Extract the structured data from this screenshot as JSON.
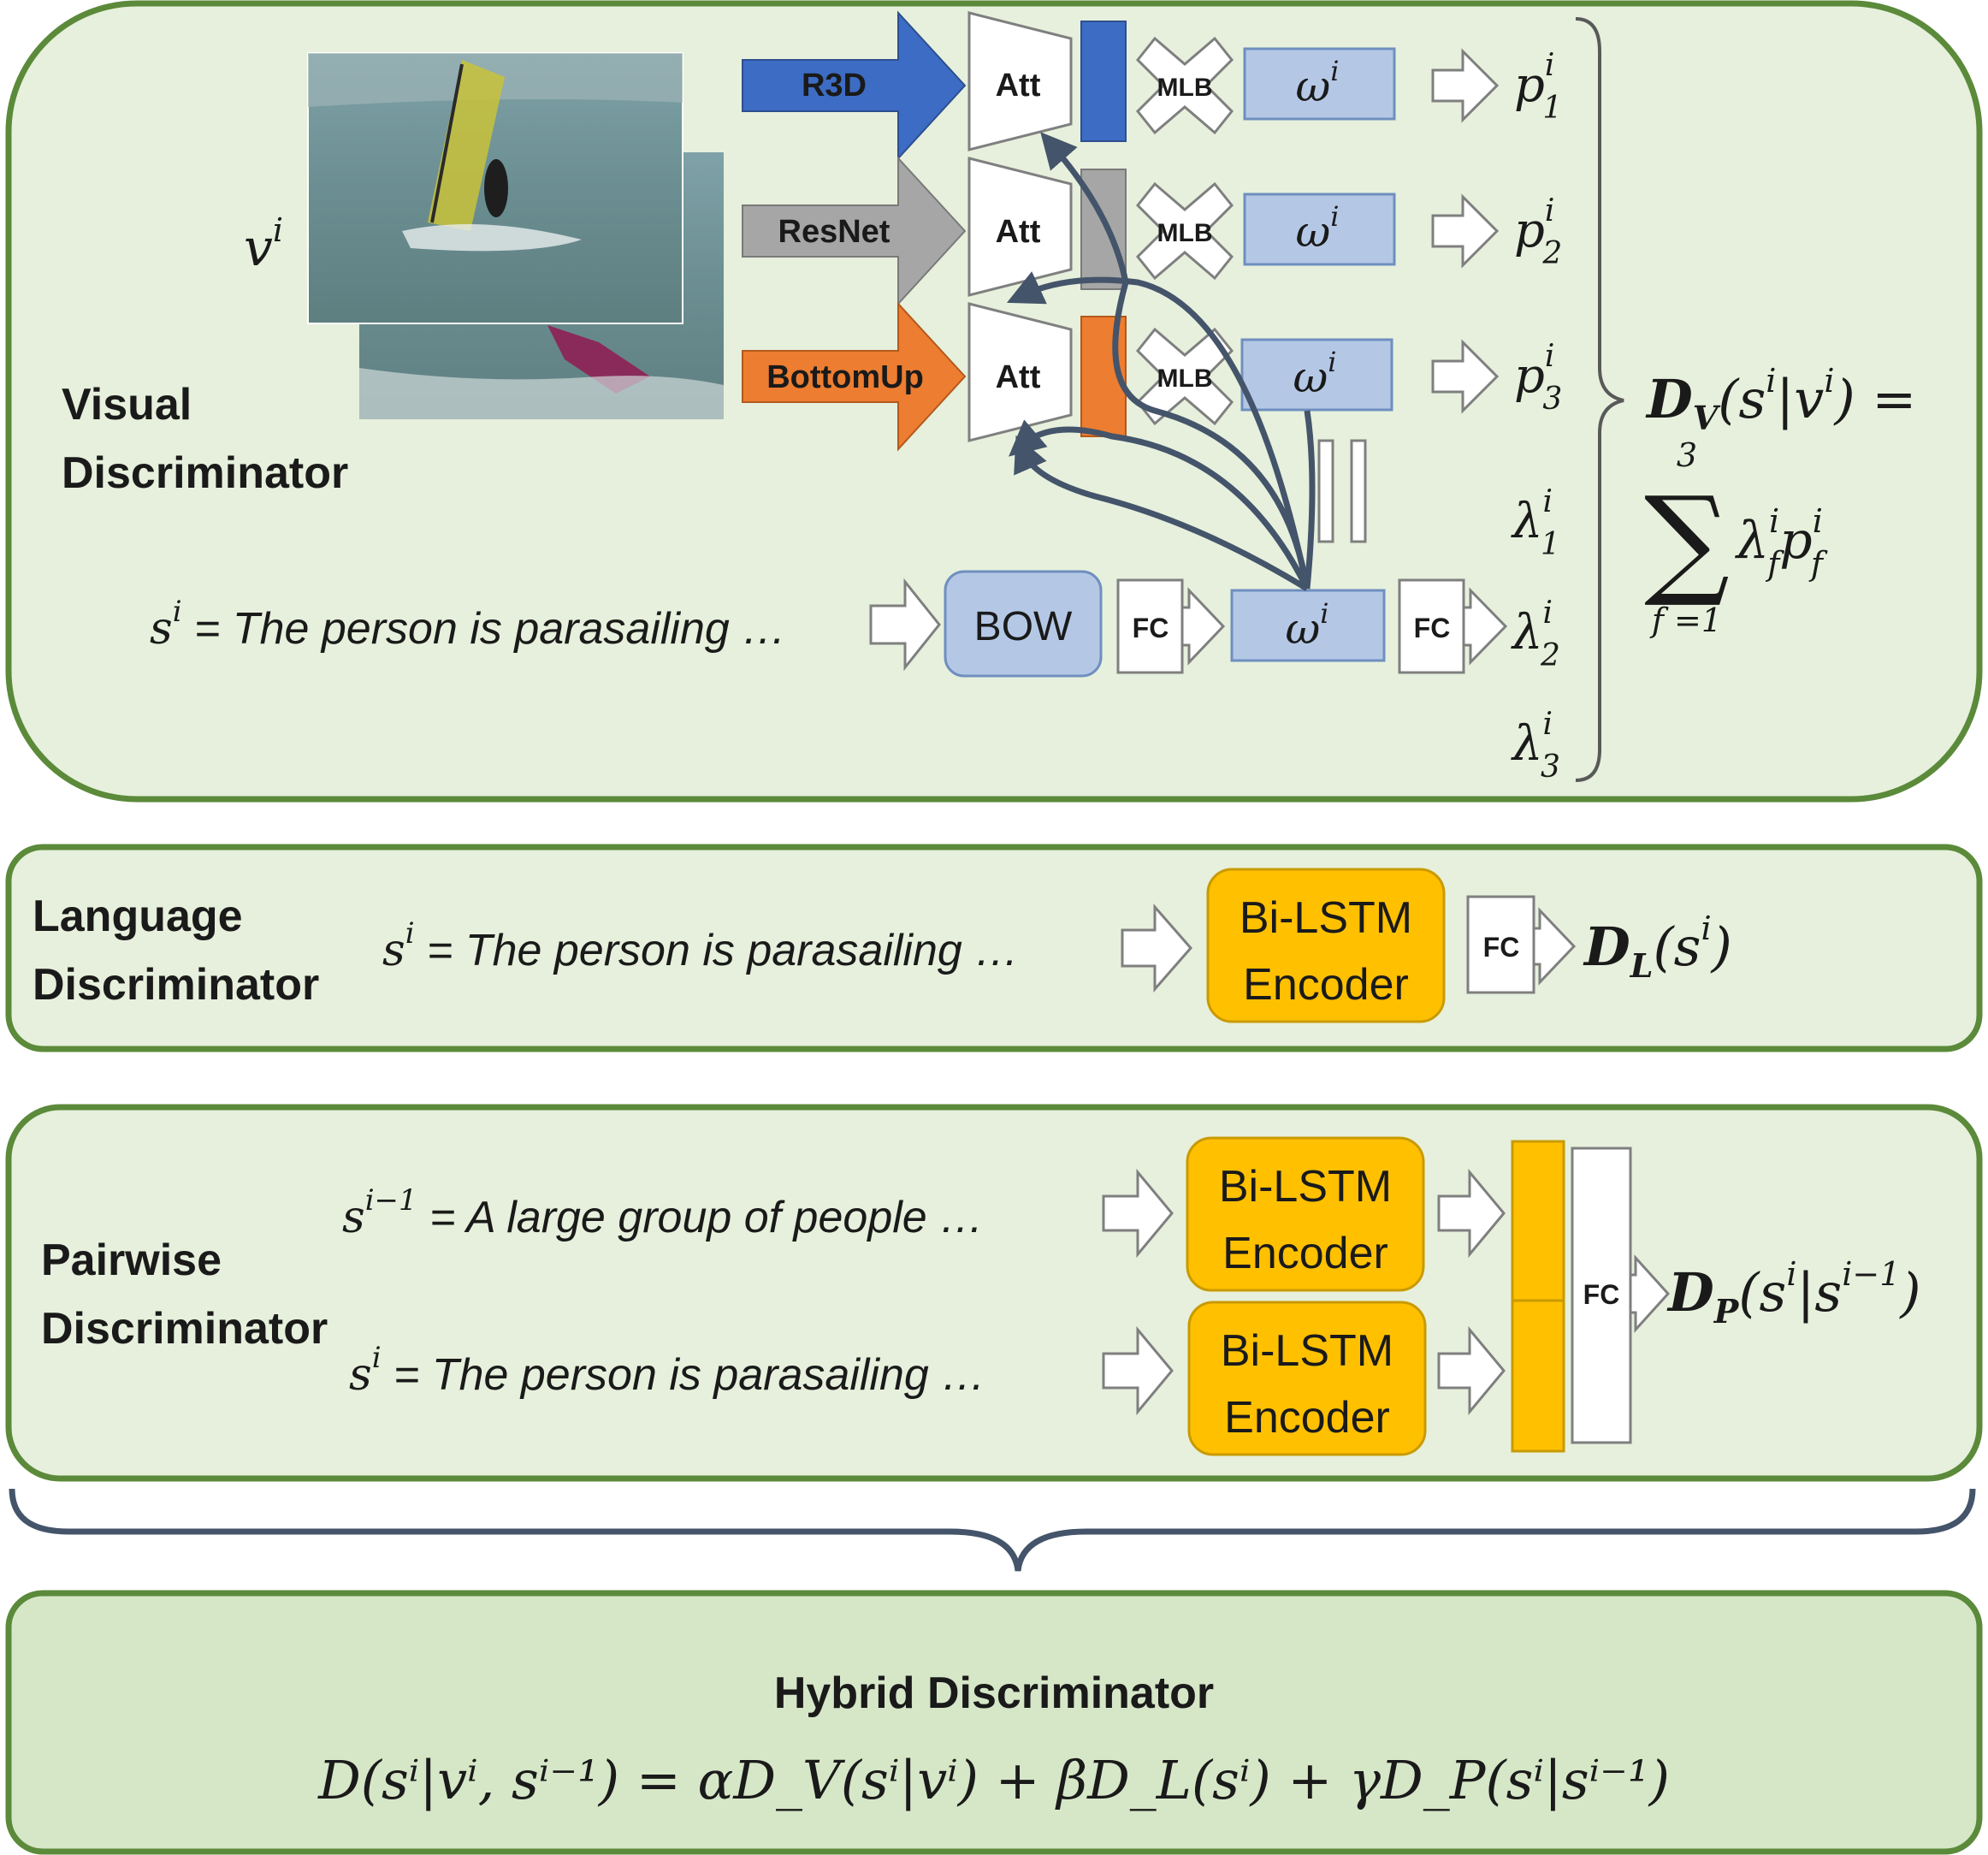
{
  "visual": {
    "title_line1": "Visual",
    "title_line2": "Discriminator",
    "video_var": "v",
    "video_sup": "i",
    "features": [
      {
        "name": "R3D",
        "color": "#3d6cc4"
      },
      {
        "name": "ResNet",
        "color": "#a6a6a6"
      },
      {
        "name": "BottomUp",
        "color": "#ed7d31"
      }
    ],
    "att_label": "Att",
    "mlb_label": "MLB",
    "omega": "ω",
    "omega_sup": "i",
    "p_var": "p",
    "p_sup": "i",
    "p_subs": [
      "1",
      "2",
      "3"
    ],
    "lambda_var": "λ",
    "lambda_sup": "i",
    "lambda_subs": [
      "1",
      "2",
      "3"
    ],
    "sentence_var": "s",
    "sentence_sup": "i",
    "sentence_text": " = The person is parasailing …",
    "bow_label": "BOW",
    "fc_label": "FC",
    "dv_D": "D",
    "dv_sub": "V",
    "dv_args": "(s",
    "dv_args2": "|v",
    "dv_close": ") =",
    "sum_upper": "3",
    "sum_lower": "f =1",
    "sum_term": "λ",
    "sum_term_p": "p",
    "sum_sup": "i",
    "sum_sub": "f"
  },
  "language": {
    "title_line1": "Language",
    "title_line2": "Discriminator",
    "sentence_var": "s",
    "sentence_sup": "i",
    "sentence_text": " = The person is parasailing …",
    "encoder_line1": "Bi-LSTM",
    "encoder_line2": "Encoder",
    "fc_label": "FC",
    "dl_D": "D",
    "dl_sub": "L",
    "dl_args": "(s",
    "dl_sup": "i",
    "dl_close": ")"
  },
  "pairwise": {
    "title_line1": "Pairwise",
    "title_line2": "Discriminator",
    "prev_var": "s",
    "prev_sup": "i−1",
    "prev_text": " = A large group of people …",
    "cur_var": "s",
    "cur_sup": "i",
    "cur_text": " = The person is parasailing …",
    "encoder_line1": "Bi-LSTM",
    "encoder_line2": "Encoder",
    "fc_label": "FC",
    "dp_D": "D",
    "dp_sub": "P",
    "dp_args": "(s",
    "dp_sup1": "i",
    "dp_mid": "|s",
    "dp_sup2": "i−1",
    "dp_close": ")"
  },
  "hybrid": {
    "title": "Hybrid Discriminator",
    "formula": "D(sⁱ|vⁱ, sⁱ⁻¹) = αD_V(sⁱ|vⁱ) + βD_L(sⁱ) + γD_P(sⁱ|sⁱ⁻¹)"
  },
  "colors": {
    "panel_fill": "#e6f0dc",
    "panel_border": "#5b8a3a",
    "encoder_fill": "#ffc000",
    "omega_fill": "#b4c8e6",
    "curve": "#44546a"
  }
}
